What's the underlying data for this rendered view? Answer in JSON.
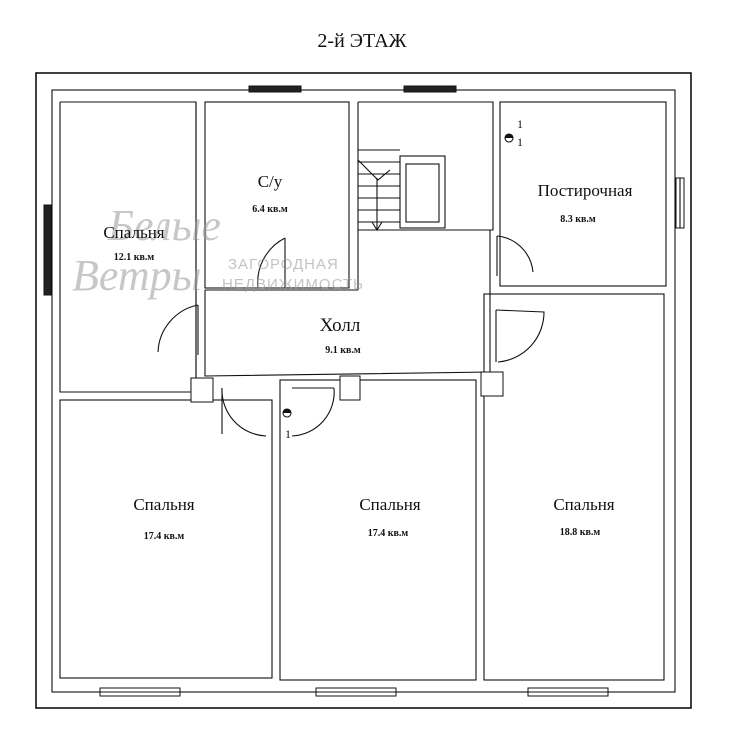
{
  "title": "2-й ЭТАЖ",
  "rooms": {
    "bedroom_tl": {
      "name": "Спальня",
      "area": "12.1 кв.м"
    },
    "wc": {
      "name": "С/у",
      "area": "6.4 кв.м"
    },
    "laundry": {
      "name": "Постирочная",
      "area": "8.3 кв.м"
    },
    "hall": {
      "name": "Холл",
      "area": "9.1 кв.м"
    },
    "bedroom_bl": {
      "name": "Спальня",
      "area": "17.4 кв.м"
    },
    "bedroom_bm": {
      "name": "Спальня",
      "area": "17.4 кв.м"
    },
    "bedroom_br": {
      "name": "Спальня",
      "area": "18.8 кв.м"
    }
  },
  "watermark": {
    "logo_line1": "Белые",
    "logo_line2": "Ветры",
    "line1": "ЗАГОРОДНАЯ",
    "line2": "НЕДВИЖИМОСТЬ"
  },
  "symbols": {
    "switch_mark": "1"
  }
}
